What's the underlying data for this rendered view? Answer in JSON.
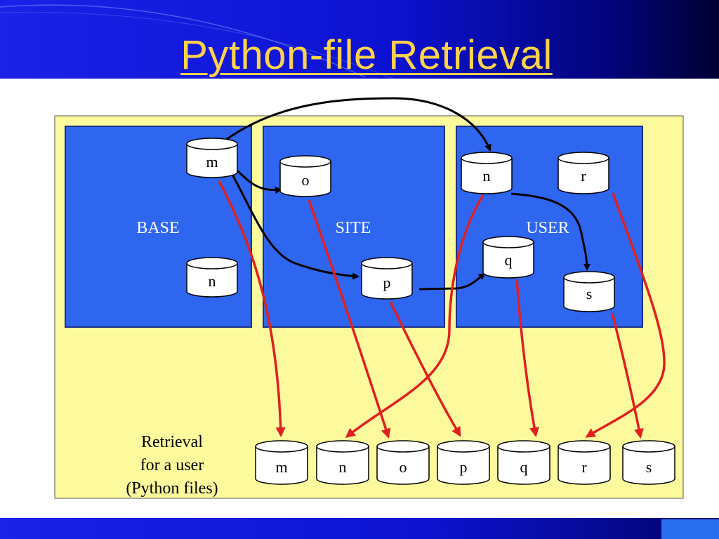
{
  "slide": {
    "title": "Python-file Retrieval"
  },
  "diagram": {
    "groups": [
      {
        "id": "base",
        "label": "BASE"
      },
      {
        "id": "site",
        "label": "SITE"
      },
      {
        "id": "user",
        "label": "USER"
      }
    ],
    "nodes": {
      "base_m": "m",
      "base_n": "n",
      "site_o": "o",
      "site_p": "p",
      "user_n": "n",
      "user_r": "r",
      "user_q": "q",
      "user_s": "s"
    },
    "retrieval": {
      "label_lines": [
        "Retrieval",
        "for a user",
        "(Python files)"
      ],
      "files": [
        "m",
        "n",
        "o",
        "p",
        "q",
        "r",
        "s"
      ]
    },
    "colors": {
      "panel": "#fdfa9e",
      "group": "#2f66f0",
      "black_arrow": "#000000",
      "red_arrow": "#e02020",
      "title": "#ffd24a"
    }
  }
}
